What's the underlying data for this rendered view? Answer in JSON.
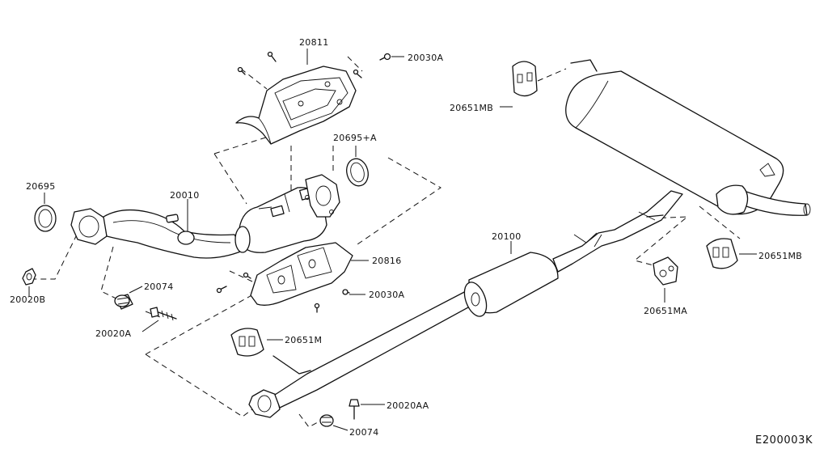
{
  "diagram": {
    "code": "E200003K",
    "labels": {
      "p20811": "20811",
      "p20030A_top": "20030A",
      "p20651MB_top": "20651MB",
      "p20695A": "20695+A",
      "p20695": "20695",
      "p20010": "20010",
      "p20100": "20100",
      "p20816": "20816",
      "p20030A_mid": "20030A",
      "p20651MB_right": "20651MB",
      "p20020B": "20020B",
      "p20074_upper": "20074",
      "p20020A": "20020A",
      "p20651MA": "20651MA",
      "p20651M": "20651M",
      "p20020AA": "20020AA",
      "p20074_lower": "20074"
    }
  }
}
